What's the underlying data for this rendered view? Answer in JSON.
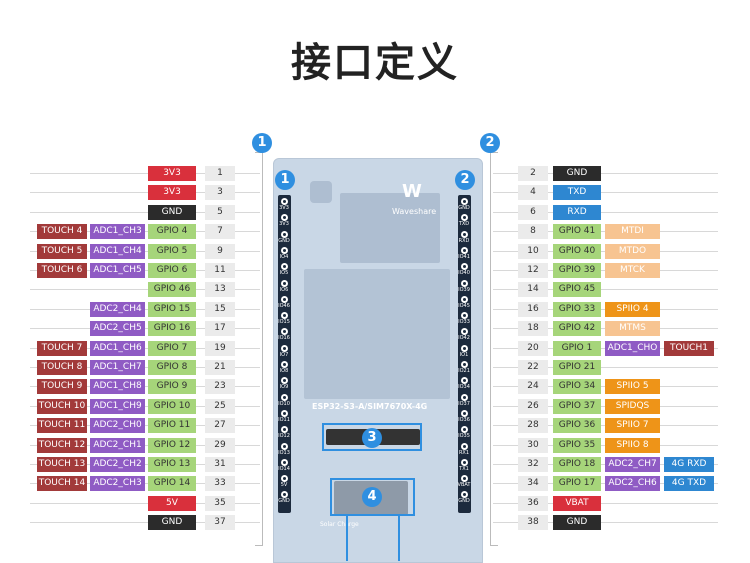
{
  "title": "接口定义",
  "header_numbers": {
    "left": "1",
    "right": "2"
  },
  "callouts": {
    "connector": "3",
    "tf_slot": "4"
  },
  "board": {
    "brand": "Waveshare",
    "model": "ESP32-S3-A/SIM7670X-4G",
    "solar": "Solar Charge",
    "left_header_labels": [
      "3V3",
      "3V3",
      "GND",
      "IO4",
      "IO5",
      "IO6",
      "IO46",
      "IO15",
      "IO16",
      "IO7",
      "IO8",
      "IO9",
      "IO10",
      "IO11",
      "IO12",
      "IO13",
      "IO14",
      "5V",
      "GND"
    ],
    "right_header_labels": [
      "GND",
      "TXD",
      "RXD",
      "IO41",
      "IO40",
      "IO39",
      "IO45",
      "IO33",
      "IO42",
      "IO1",
      "IO21",
      "IO34",
      "IO37",
      "IO36",
      "IO35",
      "RX1",
      "TX1",
      "VBAT",
      "GND"
    ]
  },
  "colors": {
    "power": "#d9303c",
    "gnd": "#2b2b2b",
    "uart": "#2e87d1",
    "gpio": "#a6d57a",
    "touch": "#a23a3a",
    "adc": "#8f5bc4",
    "jtag": "#f7c491",
    "spi": "#ee9418",
    "modem": "#2e87d1",
    "pin_no": "#ebebeb",
    "accent": "#2f8fe0"
  },
  "left_rows": [
    {
      "pin": "1",
      "gpio": "3V3",
      "gpio_kind": "power",
      "adc": "",
      "touch": ""
    },
    {
      "pin": "3",
      "gpio": "3V3",
      "gpio_kind": "power",
      "adc": "",
      "touch": ""
    },
    {
      "pin": "5",
      "gpio": "GND",
      "gpio_kind": "gnd",
      "adc": "",
      "touch": ""
    },
    {
      "pin": "7",
      "gpio": "GPIO 4",
      "gpio_kind": "gpio",
      "adc": "ADC1_CH3",
      "touch": "TOUCH 4"
    },
    {
      "pin": "9",
      "gpio": "GPIO 5",
      "gpio_kind": "gpio",
      "adc": "ADC1_CH4",
      "touch": "TOUCH 5"
    },
    {
      "pin": "11",
      "gpio": "GPIO 6",
      "gpio_kind": "gpio",
      "adc": "ADC1_CH5",
      "touch": "TOUCH 6"
    },
    {
      "pin": "13",
      "gpio": "GPIO 46",
      "gpio_kind": "gpio",
      "adc": "",
      "touch": ""
    },
    {
      "pin": "15",
      "gpio": "GPIO 15",
      "gpio_kind": "gpio",
      "adc": "ADC2_CH4",
      "touch": ""
    },
    {
      "pin": "17",
      "gpio": "GPIO 16",
      "gpio_kind": "gpio",
      "adc": "ADC2_CH5",
      "touch": ""
    },
    {
      "pin": "19",
      "gpio": "GPIO 7",
      "gpio_kind": "gpio",
      "adc": "ADC1_CH6",
      "touch": "TOUCH 7"
    },
    {
      "pin": "21",
      "gpio": "GPIO 8",
      "gpio_kind": "gpio",
      "adc": "ADC1_CH7",
      "touch": "TOUCH 8"
    },
    {
      "pin": "23",
      "gpio": "GPIO 9",
      "gpio_kind": "gpio",
      "adc": "ADC1_CH8",
      "touch": "TOUCH 9"
    },
    {
      "pin": "25",
      "gpio": "GPIO 10",
      "gpio_kind": "gpio",
      "adc": "ADC1_CH9",
      "touch": "TOUCH 10"
    },
    {
      "pin": "27",
      "gpio": "GPIO 11",
      "gpio_kind": "gpio",
      "adc": "ADC2_CH0",
      "touch": "TOUCH 11"
    },
    {
      "pin": "29",
      "gpio": "GPIO 12",
      "gpio_kind": "gpio",
      "adc": "ADC2_CH1",
      "touch": "TOUCH 12"
    },
    {
      "pin": "31",
      "gpio": "GPIO 13",
      "gpio_kind": "gpio",
      "adc": "ADC2_CH2",
      "touch": "TOUCH 13"
    },
    {
      "pin": "33",
      "gpio": "GPIO 14",
      "gpio_kind": "gpio",
      "adc": "ADC2_CH3",
      "touch": "TOUCH 14"
    },
    {
      "pin": "35",
      "gpio": "5V",
      "gpio_kind": "power",
      "adc": "",
      "touch": ""
    },
    {
      "pin": "37",
      "gpio": "GND",
      "gpio_kind": "gnd",
      "adc": "",
      "touch": ""
    }
  ],
  "right_rows": [
    {
      "pin": "2",
      "gpio": "GND",
      "gpio_kind": "gnd",
      "alt": "",
      "alt_kind": "",
      "extra": "",
      "extra_kind": ""
    },
    {
      "pin": "4",
      "gpio": "TXD",
      "gpio_kind": "uart",
      "alt": "",
      "alt_kind": "",
      "extra": "",
      "extra_kind": ""
    },
    {
      "pin": "6",
      "gpio": "RXD",
      "gpio_kind": "uart",
      "alt": "",
      "alt_kind": "",
      "extra": "",
      "extra_kind": ""
    },
    {
      "pin": "8",
      "gpio": "GPIO 41",
      "gpio_kind": "gpio",
      "alt": "MTDI",
      "alt_kind": "jtag",
      "extra": "",
      "extra_kind": ""
    },
    {
      "pin": "10",
      "gpio": "GPIO 40",
      "gpio_kind": "gpio",
      "alt": "MTDO",
      "alt_kind": "jtag",
      "extra": "",
      "extra_kind": ""
    },
    {
      "pin": "12",
      "gpio": "GPIO 39",
      "gpio_kind": "gpio",
      "alt": "MTCK",
      "alt_kind": "jtag",
      "extra": "",
      "extra_kind": ""
    },
    {
      "pin": "14",
      "gpio": "GPIO 45",
      "gpio_kind": "gpio",
      "alt": "",
      "alt_kind": "",
      "extra": "",
      "extra_kind": ""
    },
    {
      "pin": "16",
      "gpio": "GPIO 33",
      "gpio_kind": "gpio",
      "alt": "SPIIO 4",
      "alt_kind": "spi",
      "extra": "",
      "extra_kind": ""
    },
    {
      "pin": "18",
      "gpio": "GPIO 42",
      "gpio_kind": "gpio",
      "alt": "MTMS",
      "alt_kind": "jtag",
      "extra": "",
      "extra_kind": ""
    },
    {
      "pin": "20",
      "gpio": "GPIO 1",
      "gpio_kind": "gpio",
      "alt": "ADC1_CHO",
      "alt_kind": "adc",
      "extra": "TOUCH1",
      "extra_kind": "touch"
    },
    {
      "pin": "22",
      "gpio": "GPIO 21",
      "gpio_kind": "gpio",
      "alt": "",
      "alt_kind": "",
      "extra": "",
      "extra_kind": ""
    },
    {
      "pin": "24",
      "gpio": "GPIO 34",
      "gpio_kind": "gpio",
      "alt": "SPIIO 5",
      "alt_kind": "spi",
      "extra": "",
      "extra_kind": ""
    },
    {
      "pin": "26",
      "gpio": "GPIO 37",
      "gpio_kind": "gpio",
      "alt": "SPIDQS",
      "alt_kind": "spi",
      "extra": "",
      "extra_kind": ""
    },
    {
      "pin": "28",
      "gpio": "GPIO 36",
      "gpio_kind": "gpio",
      "alt": "SPIIO 7",
      "alt_kind": "spi",
      "extra": "",
      "extra_kind": ""
    },
    {
      "pin": "30",
      "gpio": "GPIO 35",
      "gpio_kind": "gpio",
      "alt": "SPIIO 8",
      "alt_kind": "spi",
      "extra": "",
      "extra_kind": ""
    },
    {
      "pin": "32",
      "gpio": "GPIO 18",
      "gpio_kind": "gpio",
      "alt": "ADC2_CH7",
      "alt_kind": "adc",
      "extra": "4G RXD",
      "extra_kind": "modem"
    },
    {
      "pin": "34",
      "gpio": "GPIO 17",
      "gpio_kind": "gpio",
      "alt": "ADC2_CH6",
      "alt_kind": "adc",
      "extra": "4G TXD",
      "extra_kind": "modem"
    },
    {
      "pin": "36",
      "gpio": "VBAT",
      "gpio_kind": "power",
      "alt": "",
      "alt_kind": "",
      "extra": "",
      "extra_kind": ""
    },
    {
      "pin": "38",
      "gpio": "GND",
      "gpio_kind": "gnd",
      "alt": "",
      "alt_kind": "",
      "extra": "",
      "extra_kind": ""
    }
  ]
}
